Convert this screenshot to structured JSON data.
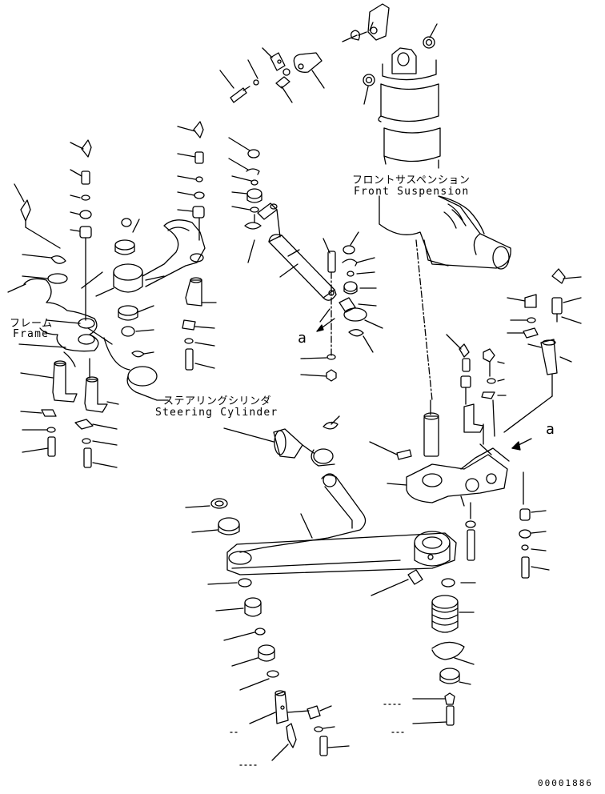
{
  "labels": {
    "front_suspension_jp": "フロントサスペンション",
    "front_suspension_en": "Front Suspension",
    "frame_jp": "フレーム",
    "frame_en": "Frame",
    "steering_cylinder_jp": "ステアリングシリンダ",
    "steering_cylinder_en": "Steering Cylinder",
    "ref_a_left": "a",
    "ref_a_right": "a"
  },
  "drawing_code": "00001886"
}
